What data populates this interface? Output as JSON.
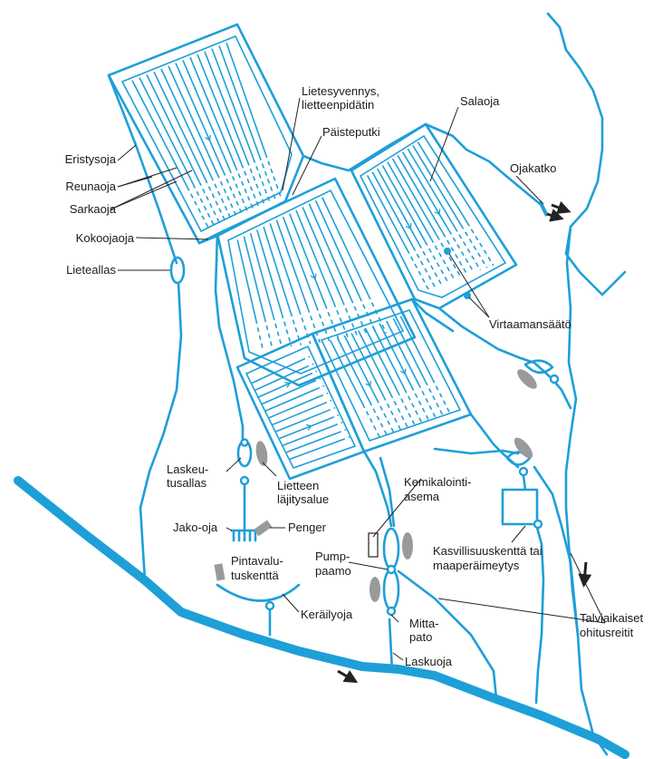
{
  "labels": {
    "eristysoja": "Eristysoja",
    "reunaoja": "Reunaoja",
    "sarkaoja": "Sarkaoja",
    "kokoojaoja": "Kokoojaoja",
    "lieteallas": "Lieteallas",
    "lietesyvennys_1": "Lietesyvennys,",
    "lietesyvennys_2": "lietteenpidätin",
    "paisteputki": "Päisteputki",
    "salaoja": "Salaoja",
    "ojakatko": "Ojakatko",
    "virtaamansaato": "Virtaamansäätö",
    "laskeutusallas_1": "Laskeu-",
    "laskeutusallas_2": "tusallas",
    "lietteen_1": "Lietteen",
    "lietteen_2": "läjitysalue",
    "jako_oja": "Jako-oja",
    "penger": "Penger",
    "pintavalu_1": "Pintavalu-",
    "pintavalu_2": "tuskenttä",
    "keraily": "Keräilyoja",
    "kemikalointi_1": "Kemikalointi-",
    "kemikalointi_2": "asema",
    "pumppaamo_1": "Pump-",
    "pumppaamo_2": "paamo",
    "mittapato_1": "Mitta-",
    "mittapato_2": "pato",
    "laskuoja": "Laskuoja",
    "kasvillisuus_1": "Kasvillisuuskenttä tai",
    "kasvillisuus_2": "maaperäimeytys",
    "talviaikaiset_1": "Talviaikaiset",
    "talviaikaiset_2": "ohitusreitit"
  },
  "colors": {
    "water": "#1e9fd8",
    "sediment": "#9a9a9a",
    "text": "#1a1a1a",
    "arrow": "#222222"
  }
}
